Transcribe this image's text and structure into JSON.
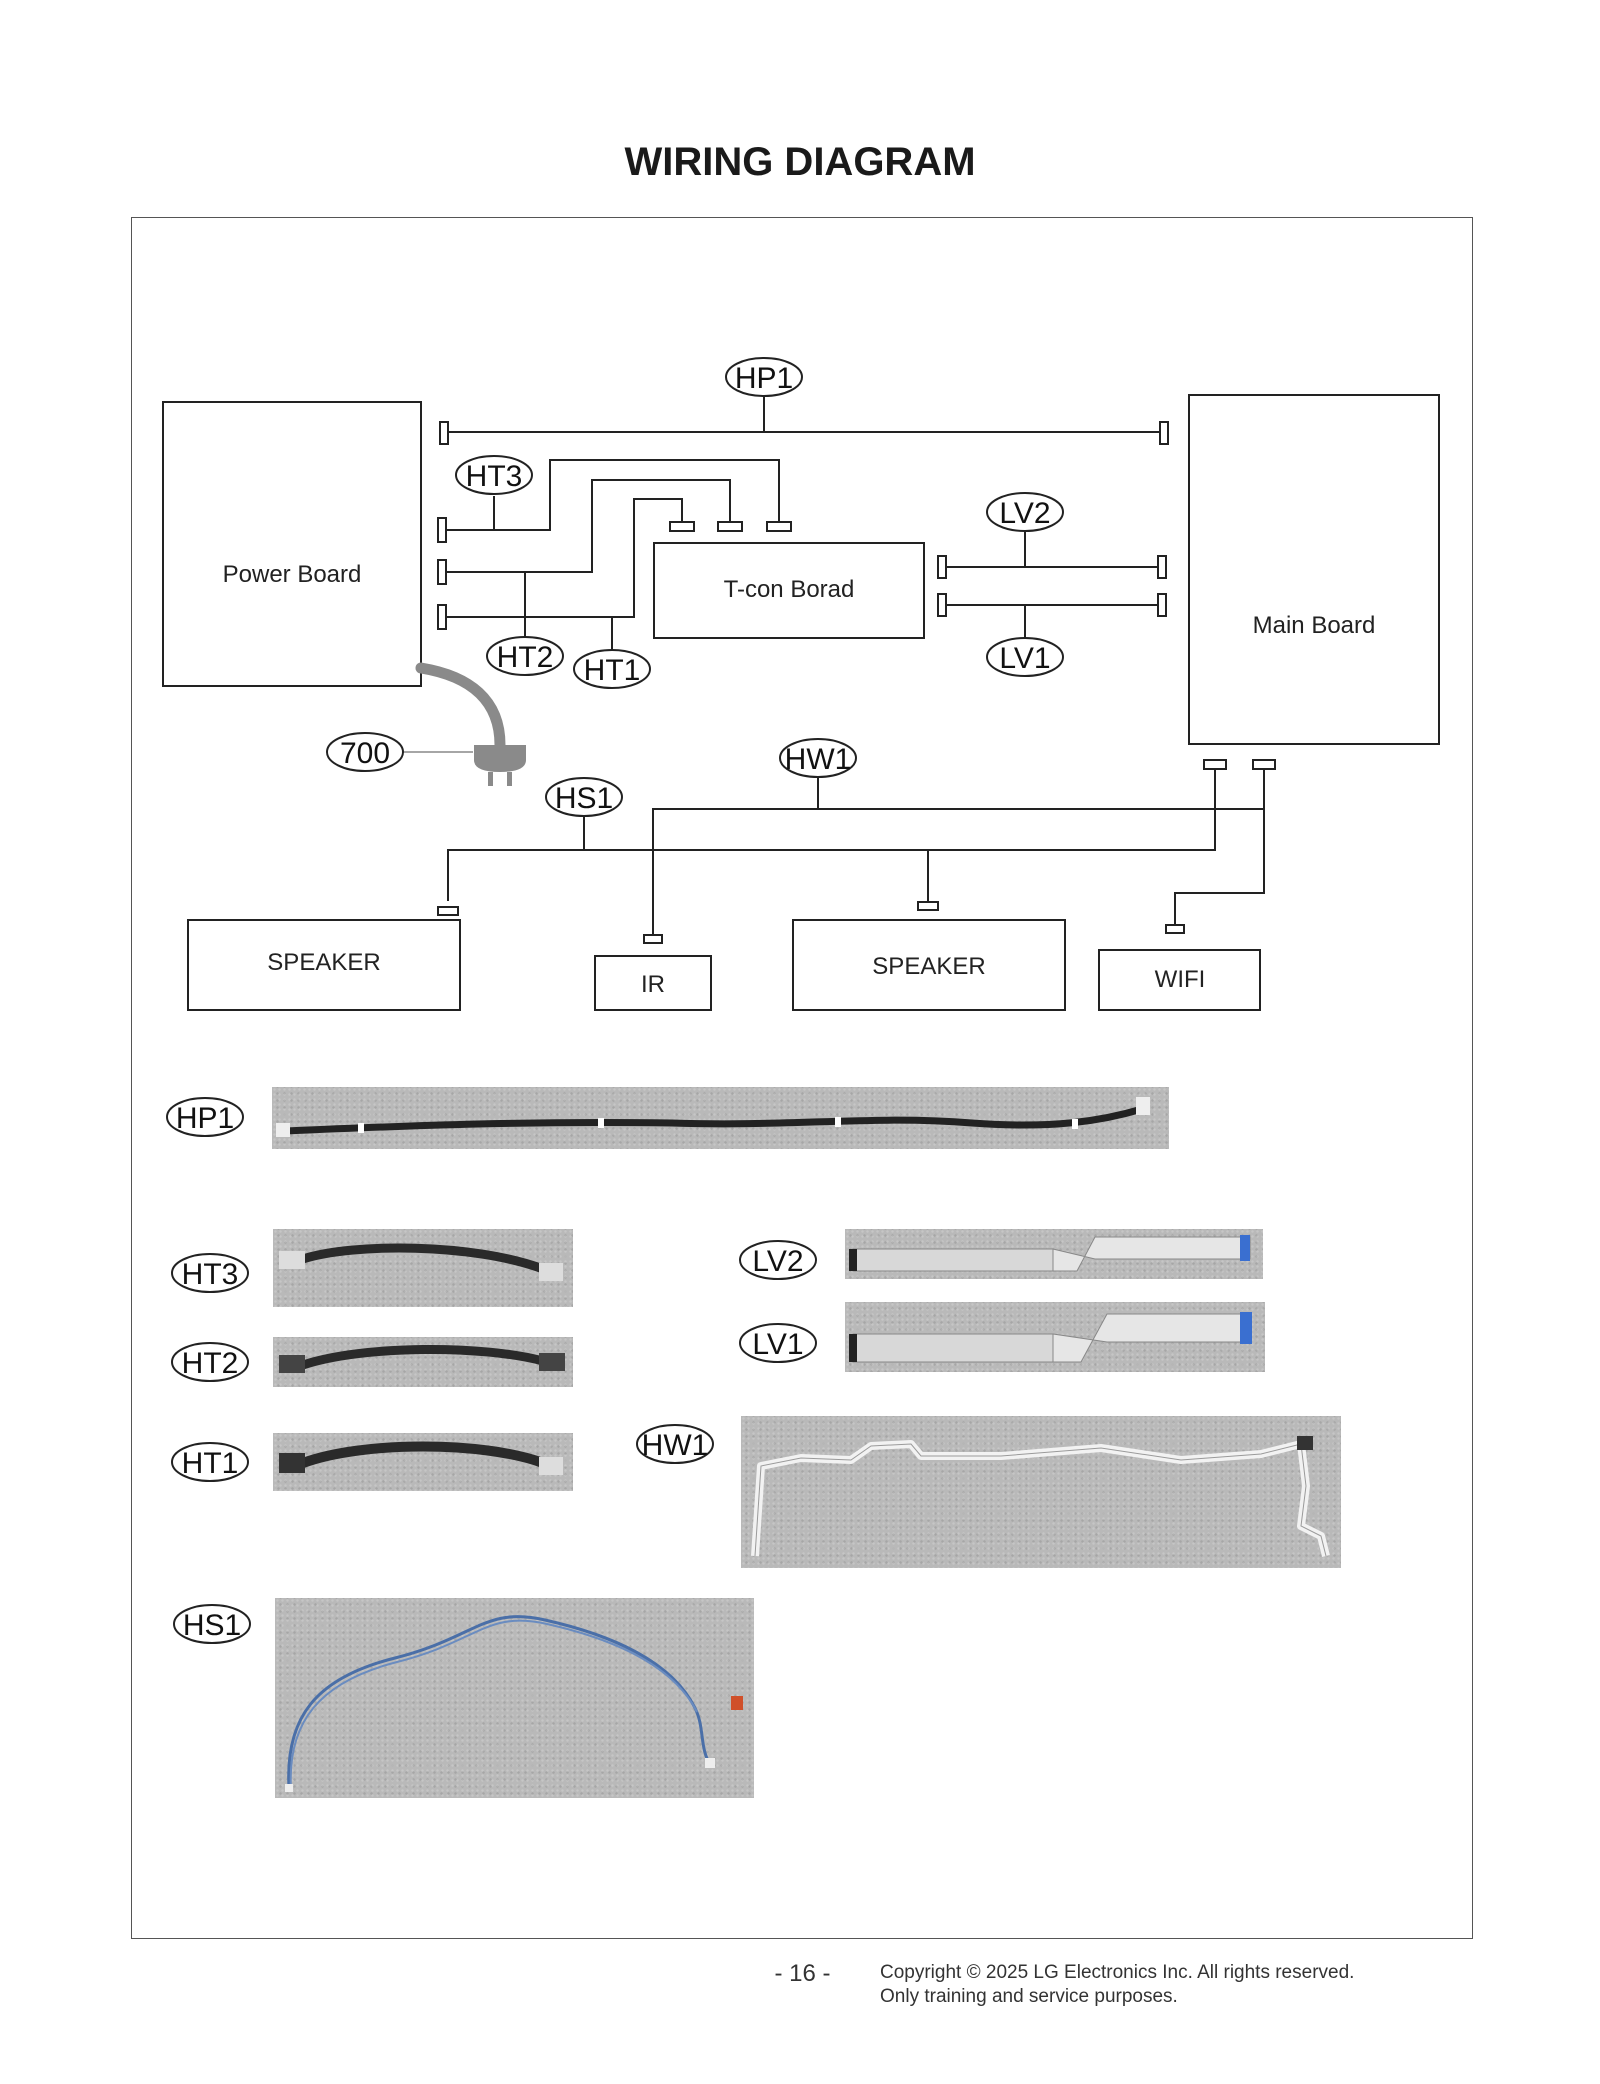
{
  "page_title": "WIRING DIAGRAM",
  "boards": {
    "power": "Power Board",
    "tcon": "T-con Borad",
    "main": "Main Board",
    "speaker_left": "SPEAKER",
    "ir": "IR",
    "speaker_right": "SPEAKER",
    "wifi": "WIFI"
  },
  "cable_tags": {
    "hp1": "HP1",
    "ht3": "HT3",
    "ht2": "HT2",
    "ht1": "HT1",
    "lv2": "LV2",
    "lv1": "LV1",
    "plug": "700",
    "hw1": "HW1",
    "hs1": "HS1"
  },
  "photo_tags": {
    "hp1": "HP1",
    "ht3": "HT3",
    "ht2": "HT2",
    "ht1": "HT1",
    "lv2": "LV2",
    "lv1": "LV1",
    "hw1": "HW1",
    "hs1": "HS1"
  },
  "footer": {
    "page_number": "- 16 -",
    "copyright_line1": "Copyright © 2025 LG Electronics Inc. All rights reserved.",
    "copyright_line2": "Only training and service purposes."
  },
  "colors": {
    "line": "#222222",
    "power_cord": "#8a8a8a",
    "photo_background": "#b9b9b9"
  }
}
